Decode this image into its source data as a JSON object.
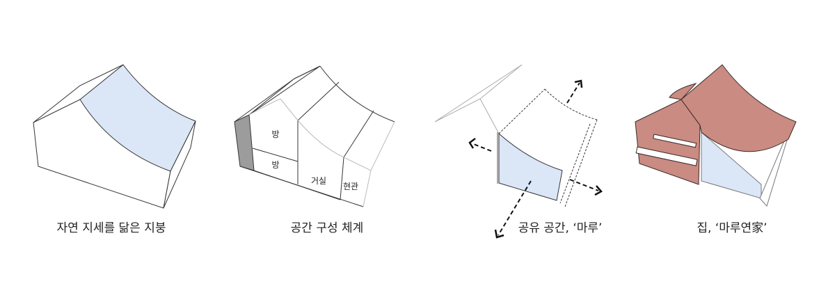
{
  "colors": {
    "glass_blue": "#dbe6f7",
    "roof_red": "#c98b82",
    "side_gray": "#9c9c9c",
    "line": "#333333"
  },
  "figures": [
    {
      "caption": "자연 지세를 닮은 지붕"
    },
    {
      "caption": "공간 구성 체계",
      "rooms": [
        "방",
        "방",
        "거실",
        "현관"
      ]
    },
    {
      "caption": "공유 공간, ‘마루’"
    },
    {
      "caption": "집, ‘마루연家’"
    }
  ]
}
